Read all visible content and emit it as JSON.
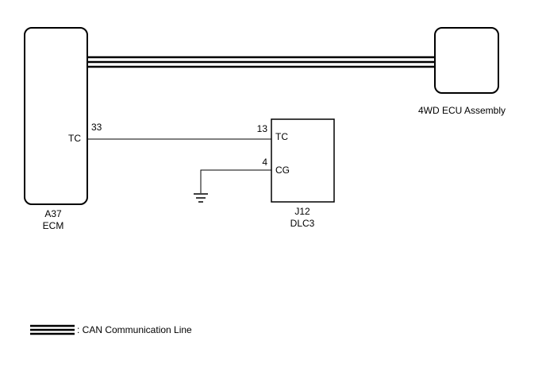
{
  "components": {
    "ecm": {
      "ref": "A37",
      "name": "ECM",
      "pins": {
        "tc": {
          "number": "33",
          "label": "TC"
        }
      }
    },
    "ecu_4wd": {
      "name": "4WD ECU Assembly"
    },
    "dlc3": {
      "ref": "J12",
      "name": "DLC3",
      "pins": {
        "tc": {
          "number": "13",
          "label": "TC"
        },
        "cg": {
          "number": "4",
          "label": "CG"
        }
      }
    }
  },
  "legend": {
    "can_line": {
      "label": ": CAN Communication Line"
    }
  },
  "colors": {
    "line": "#000000",
    "background": "#ffffff"
  }
}
